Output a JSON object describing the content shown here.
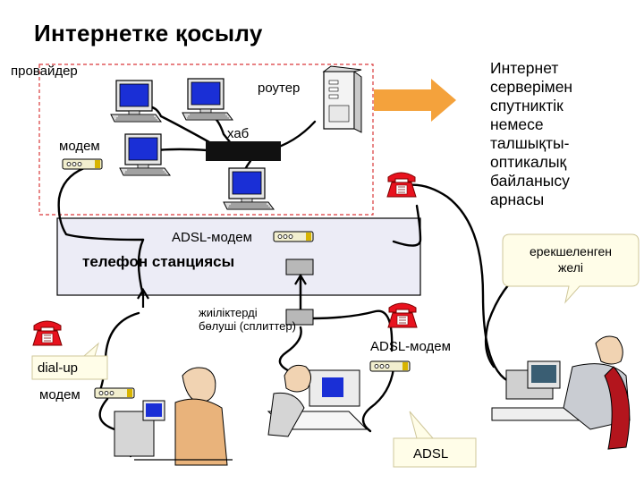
{
  "title": "Интернетке қосылу",
  "labels": {
    "provider": "провайдер",
    "router": "роутер",
    "hub": "хаб",
    "modem": "модем",
    "adsl_modem_top": "ADSL-модем",
    "phone_station": "телефон станциясы",
    "splitter": "жиіліктерді\nбөлуші (сплиттер)",
    "adsl_modem_bottom": "ADSL-модем",
    "dialup": "dial-up",
    "dialup_modem": "модем",
    "adsl": "ADSL",
    "special_network": "ерекшеленген\nжелі",
    "internet_link": "Интернет\nсерверімен\nспутниктік\nнемесе\nталшықты-\nоптикалық\nбайланысу\nарнасы"
  },
  "colors": {
    "station_fill": "#ececf6",
    "arrow": "#f4a23c",
    "screen": "#1a2fd6",
    "phone": "#e8121e",
    "modem_body": "#f2efcf",
    "provider_border": "#d9383a"
  },
  "icons": [
    "computer-icon",
    "server-icon",
    "telephone-icon",
    "modem-icon",
    "user-figure-icon"
  ]
}
